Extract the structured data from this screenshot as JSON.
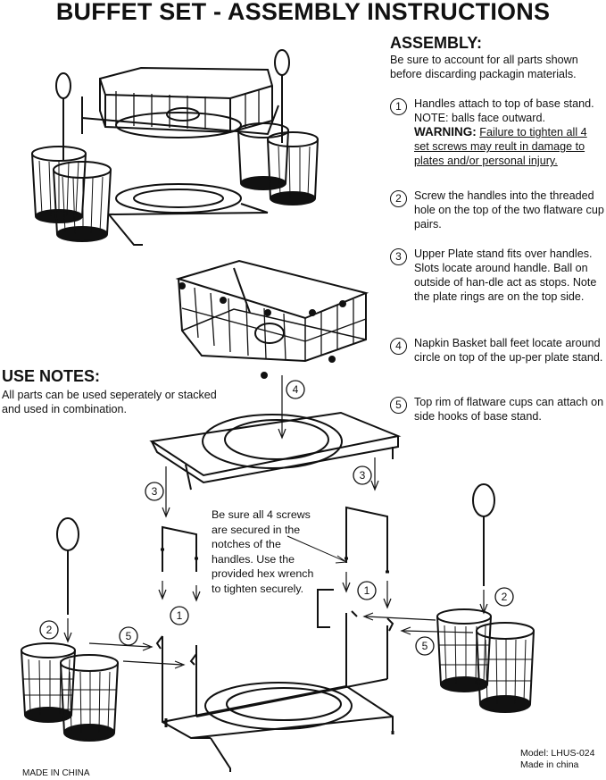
{
  "title": "BUFFET SET - ASSEMBLY INSTRUCTIONS",
  "assembly": {
    "heading": "ASSEMBLY:",
    "intro": "Be sure to account for all parts shown before discarding packagin materials.",
    "steps": [
      {
        "num": "1",
        "text": "Handles attach to top of base stand. NOTE: balls face outward.",
        "warning_label": "WARNING:",
        "warning_text": "Failure to tighten all 4 set screws may reult in damage to plates and/or personal injury."
      },
      {
        "num": "2",
        "text": "Screw the handles into the threaded hole on the top of the two flatware cup pairs."
      },
      {
        "num": "3",
        "text": "Upper Plate stand fits over handles. Slots locate around handle. Ball on outside of han-dle act as stops. Note the plate rings are on the top side."
      },
      {
        "num": "4",
        "text": "Napkin Basket ball feet locate around circle on top of the up-per plate stand."
      },
      {
        "num": "5",
        "text": "Top rim of flatware cups can attach on side hooks of base stand."
      }
    ]
  },
  "use_notes": {
    "heading": "USE NOTES:",
    "text": "All parts can be used seperately or stacked and used in combination."
  },
  "screw_note": "Be sure all 4 screws are secured in the notches of the handles. Use the provided hex wrench to tighten securely.",
  "callouts": {
    "one": "1",
    "two": "2",
    "three": "3",
    "four": "4",
    "five": "5"
  },
  "model": {
    "line1": "Model: LHUS-024",
    "line2": "Made in china"
  },
  "made_in": "MADE IN CHINA"
}
